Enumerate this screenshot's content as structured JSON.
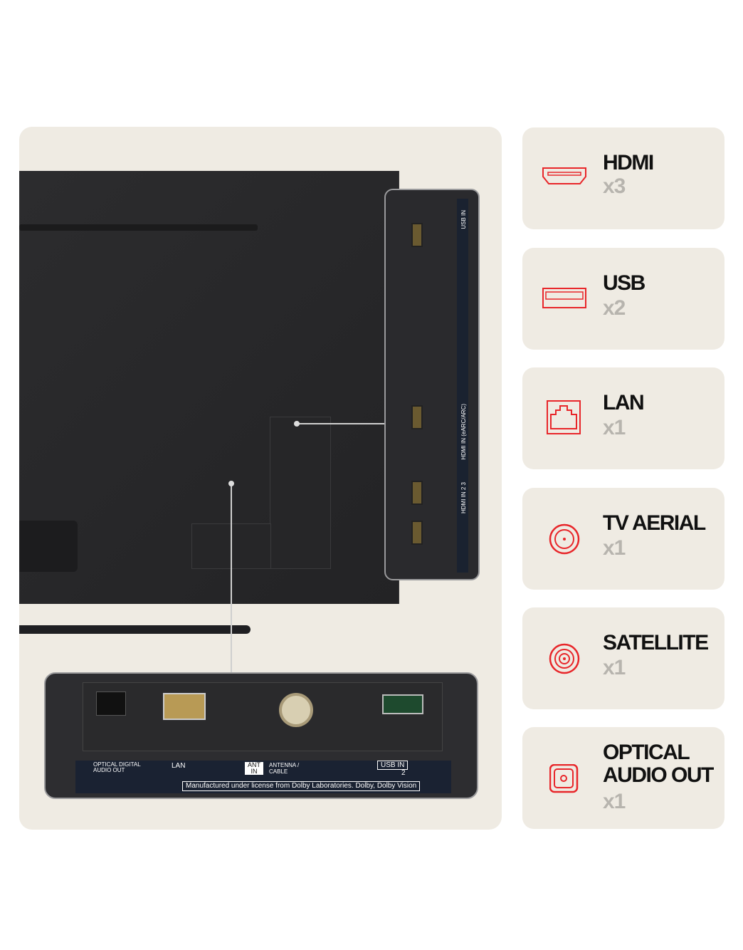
{
  "bottom_labels": {
    "optical": "OPTICAL DIGITAL AUDIO OUT",
    "lan": "LAN",
    "ant_in": "ANT IN",
    "antenna": "ANTENNA / CABLE",
    "usb_in": "USB IN",
    "usb_num": "2",
    "dolby": "Manufactured under license from Dolby Laboratories. Dolby, Dolby Vision"
  },
  "side_labels": {
    "usb_in": "USB IN",
    "hdmi_earc": "HDMI IN (eARC/ARC)",
    "hdmi_23": "HDMI IN 2 3"
  },
  "ports": [
    {
      "title": "HDMI",
      "count": "x3",
      "icon": "hdmi-icon"
    },
    {
      "title": "USB",
      "count": "x2",
      "icon": "usb-icon"
    },
    {
      "title": "LAN",
      "count": "x1",
      "icon": "lan-icon"
    },
    {
      "title": "TV AERIAL",
      "count": "x1",
      "icon": "aerial-icon"
    },
    {
      "title": "SATELLITE",
      "count": "x1",
      "icon": "satellite-icon"
    },
    {
      "title": "OPTICAL AUDIO OUT",
      "count": "x1",
      "icon": "optical-icon"
    }
  ],
  "colors": {
    "accent": "#e8262a",
    "card_bg": "#efebe3",
    "count_gray": "#b7b4ae"
  }
}
